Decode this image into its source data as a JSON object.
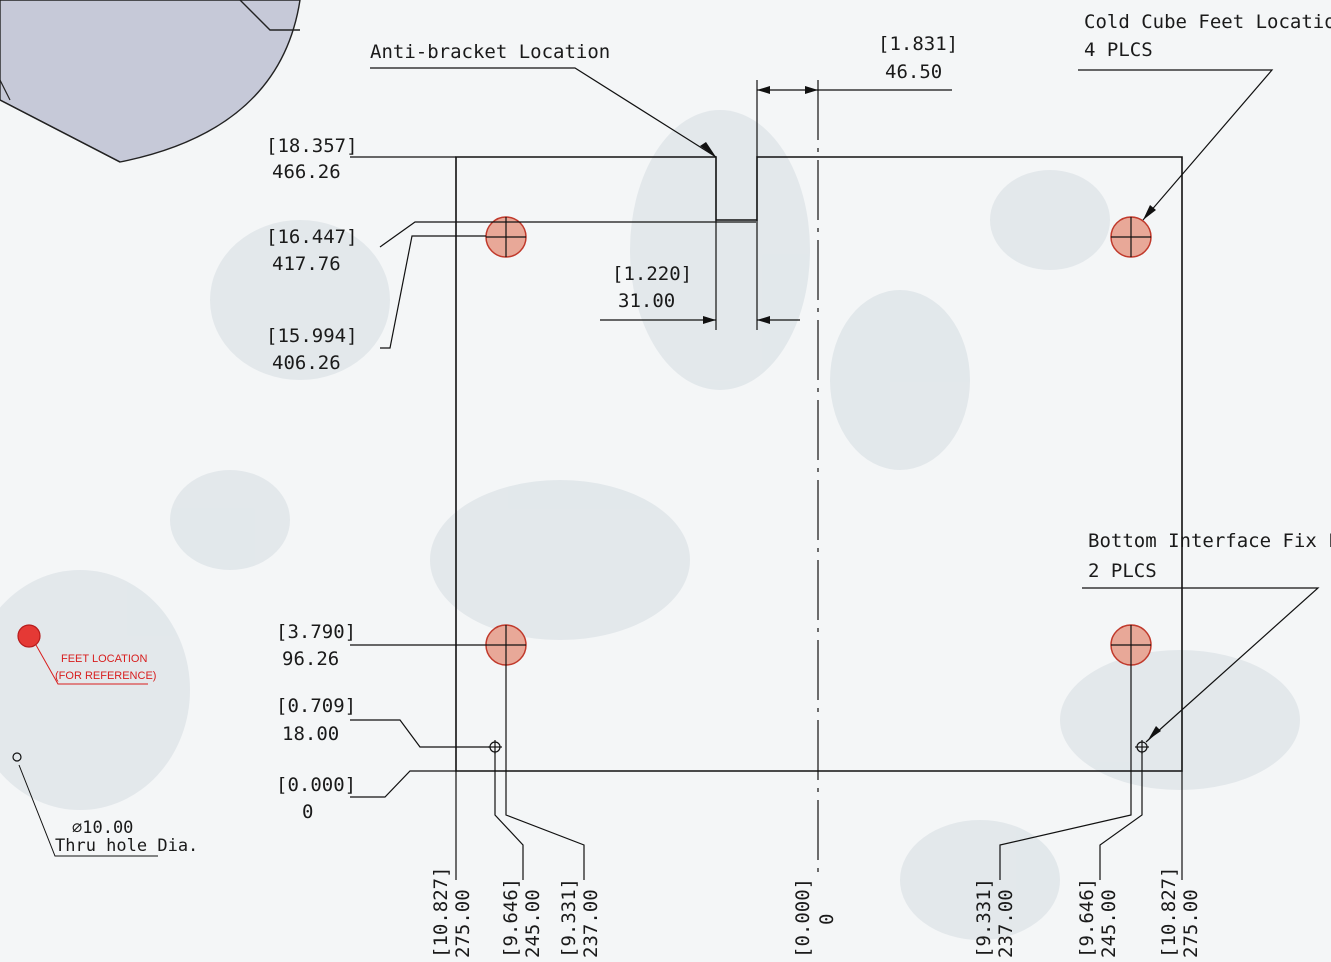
{
  "callouts": {
    "anti_bracket": "Anti-bracket Location",
    "cold_cube_title": "Cold Cube Feet Location",
    "cold_cube_qty": "4 PLCS",
    "bottom_fix_title": "Bottom Interface Fix Location",
    "bottom_fix_qty": "2 PLCS"
  },
  "horizontal_dims": {
    "top_gap": {
      "inch": "[1.831]",
      "mm": "46.50"
    },
    "inner_gap": {
      "inch": "[1.220]",
      "mm": "31.00"
    }
  },
  "vertical_dims": [
    {
      "inch": "[18.357]",
      "mm": "466.26"
    },
    {
      "inch": "[16.447]",
      "mm": "417.76"
    },
    {
      "inch": "[15.994]",
      "mm": "406.26"
    },
    {
      "inch": "[3.790]",
      "mm": "96.26"
    },
    {
      "inch": "[0.709]",
      "mm": "18.00"
    },
    {
      "inch": "[0.000]",
      "mm": "0"
    }
  ],
  "bottom_dims": [
    {
      "inch": "[10.827]",
      "mm": "275.00"
    },
    {
      "inch": "[9.646]",
      "mm": "245.00"
    },
    {
      "inch": "[9.331]",
      "mm": "237.00"
    },
    {
      "inch": "[0.000]",
      "mm": "0"
    },
    {
      "inch": "[9.331]",
      "mm": "237.00"
    },
    {
      "inch": "[9.646]",
      "mm": "245.00"
    },
    {
      "inch": "[10.827]",
      "mm": "275.00"
    }
  ],
  "legend": {
    "feet_line1": "FEET LOCATION",
    "feet_line2": "(FOR REFERENCE)",
    "hole_dia": "⌀10.00",
    "hole_text": "Thru hole Dia."
  },
  "colors": {
    "feet_fill": "#e8a898",
    "feet_stroke": "#c0392b",
    "legend_red": "#d81e1e"
  }
}
